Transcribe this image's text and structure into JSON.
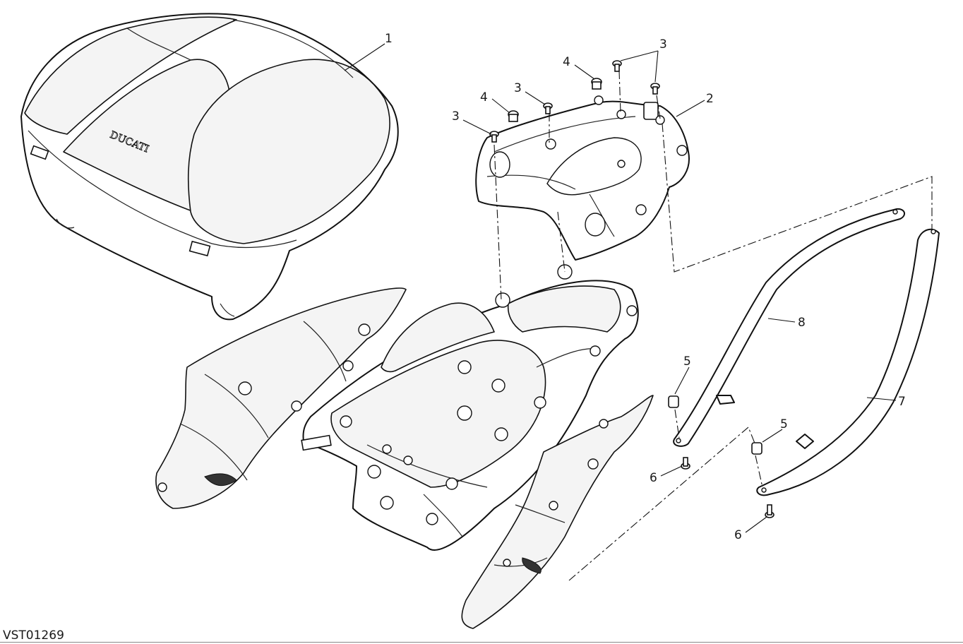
{
  "drawing_code": "VST01269",
  "brand_mark": "DUCATI",
  "callouts": {
    "c1": "1",
    "c2": "2",
    "c3a": "3",
    "c3b": "3",
    "c3c": "3",
    "c4a": "4",
    "c4b": "4",
    "c5a": "5",
    "c5b": "5",
    "c6a": "6",
    "c6b": "6",
    "c7": "7",
    "c8": "8"
  }
}
